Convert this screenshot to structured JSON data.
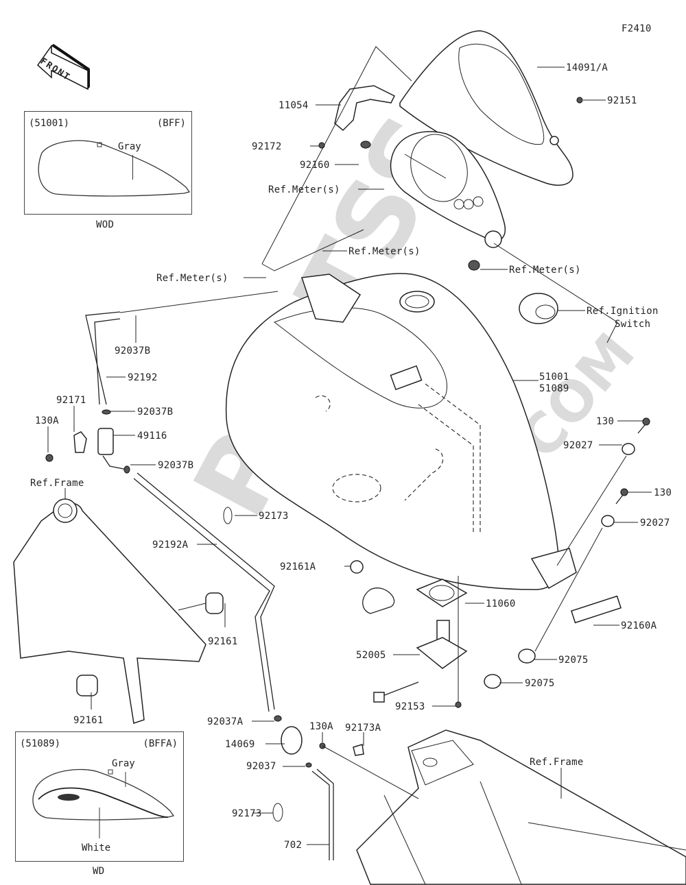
{
  "diagram": {
    "figure_code": "F2410",
    "front_arrow_label": "FRONT",
    "watermark": {
      "main": "PARTSS",
      "suffix": ".COM",
      "color": "#bebebe"
    },
    "insets": [
      {
        "part_no": "(51001)",
        "color_code": "(BFF)",
        "color_note_1": "Gray",
        "color_note_2": "",
        "variant": "WOD"
      },
      {
        "part_no": "(51089)",
        "color_code": "(BFFA)",
        "color_note_1": "Gray",
        "color_note_2": "White",
        "variant": "WD"
      }
    ],
    "callouts": {
      "c14091A": "14091/A",
      "c92151": "92151",
      "c11054": "11054",
      "c92172": "92172",
      "c92160": "92160",
      "refMeter1": "Ref.Meter(s)",
      "refMeter2": "Ref.Meter(s)",
      "refMeter3": "Ref.Meter(s)",
      "refMeter4": "Ref.Meter(s)",
      "refIgnition": "Ref.Ignition\nSwitch",
      "refIgnition_l1": "Ref.Ignition",
      "refIgnition_l2": "Switch",
      "c92037B_1": "92037B",
      "c92192": "92192",
      "c92171": "92171",
      "c130A_1": "130A",
      "c92037B_2": "92037B",
      "c49116": "49116",
      "c92037B_3": "92037B",
      "refFrame1": "Ref.Frame",
      "c51001": "51001",
      "c51089": "51089",
      "c130_1": "130",
      "c92027_1": "92027",
      "c130_2": "130",
      "c92027_2": "92027",
      "c92173_1": "92173",
      "c92192A": "92192A",
      "c92161A": "92161A",
      "c11060": "11060",
      "c92160A": "92160A",
      "c92161_1": "92161",
      "c92161_2": "92161",
      "c52005": "52005",
      "c92075_1": "92075",
      "c92075_2": "92075",
      "c92153": "92153",
      "c92037A": "92037A",
      "c130A_2": "130A",
      "c92173A": "92173A",
      "c14069": "14069",
      "c92037": "92037",
      "refFrame2": "Ref.Frame",
      "c92173_2": "92173",
      "c702": "702"
    }
  }
}
